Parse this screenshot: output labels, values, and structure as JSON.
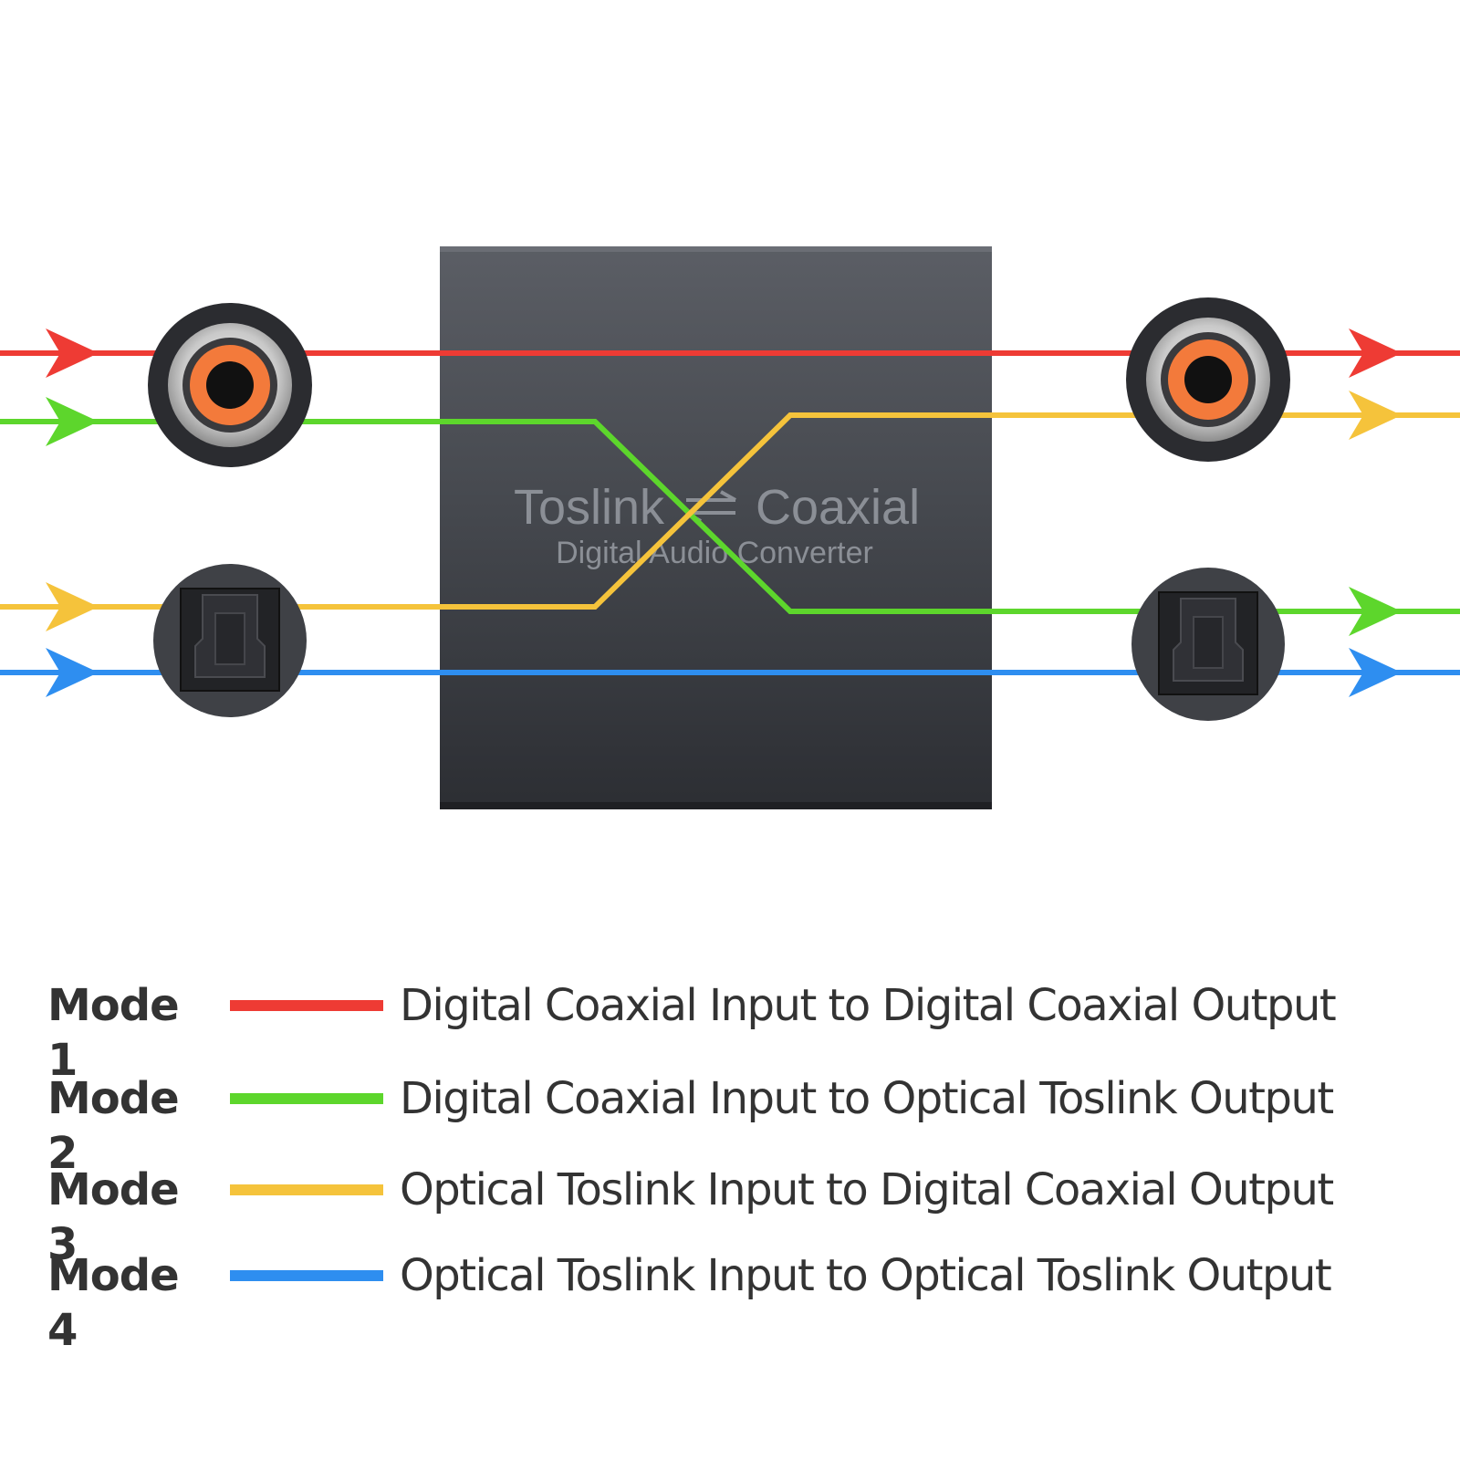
{
  "device": {
    "title_left": "Toslink",
    "title_right": "Coaxial",
    "subtitle": "Digital Audio Converter",
    "swap_icon": "bidirectional-arrows-icon"
  },
  "colors": {
    "mode1": "#ee3b34",
    "mode2": "#5dd62c",
    "mode3": "#f5c33b",
    "mode4": "#2e8ef0",
    "device_body": "#4a4d54",
    "port_orange": "#f37a3b"
  },
  "ports": {
    "input_coaxial": "coaxial-rca-port-icon",
    "input_optical": "optical-toslink-port-icon",
    "output_coaxial": "coaxial-rca-port-icon",
    "output_optical": "optical-toslink-port-icon"
  },
  "legend": [
    {
      "mode": "Mode 1",
      "description": "Digital Coaxial Input to Digital Coaxial Output",
      "color": "#ee3b34"
    },
    {
      "mode": "Mode 2",
      "description": "Digital Coaxial Input to Optical Toslink Output",
      "color": "#5dd62c"
    },
    {
      "mode": "Mode 3",
      "description": "Optical Toslink Input to Digital Coaxial Output",
      "color": "#f5c33b"
    },
    {
      "mode": "Mode 4",
      "description": "Optical Toslink Input to Optical Toslink Output",
      "color": "#2e8ef0"
    }
  ]
}
